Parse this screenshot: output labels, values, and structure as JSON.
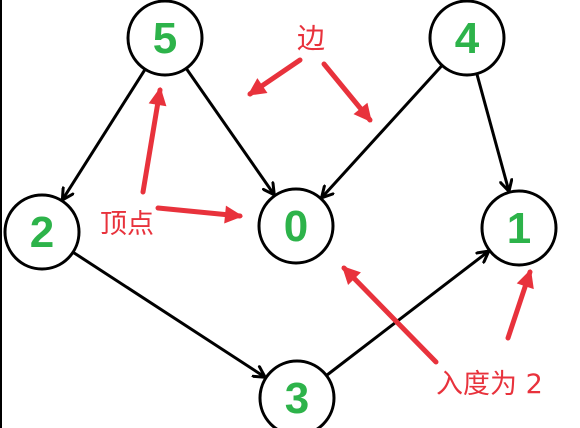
{
  "colors": {
    "node_text": "#2db34a",
    "node_stroke": "#000000",
    "edge": "#000000",
    "annotation": "#e8323c",
    "background": "#ffffff"
  },
  "nodes": [
    {
      "id": "n5",
      "label": "5"
    },
    {
      "id": "n4",
      "label": "4"
    },
    {
      "id": "n2",
      "label": "2"
    },
    {
      "id": "n0",
      "label": "0"
    },
    {
      "id": "n1",
      "label": "1"
    },
    {
      "id": "n3",
      "label": "3"
    }
  ],
  "edges": [
    {
      "from": "n5",
      "to": "n2"
    },
    {
      "from": "n5",
      "to": "n0"
    },
    {
      "from": "n4",
      "to": "n0"
    },
    {
      "from": "n4",
      "to": "n1"
    },
    {
      "from": "n2",
      "to": "n3"
    },
    {
      "from": "n3",
      "to": "n1"
    }
  ],
  "annotations": {
    "edge_label": "边",
    "vertex_label": "顶点",
    "indegree_label": "入度为 2"
  }
}
